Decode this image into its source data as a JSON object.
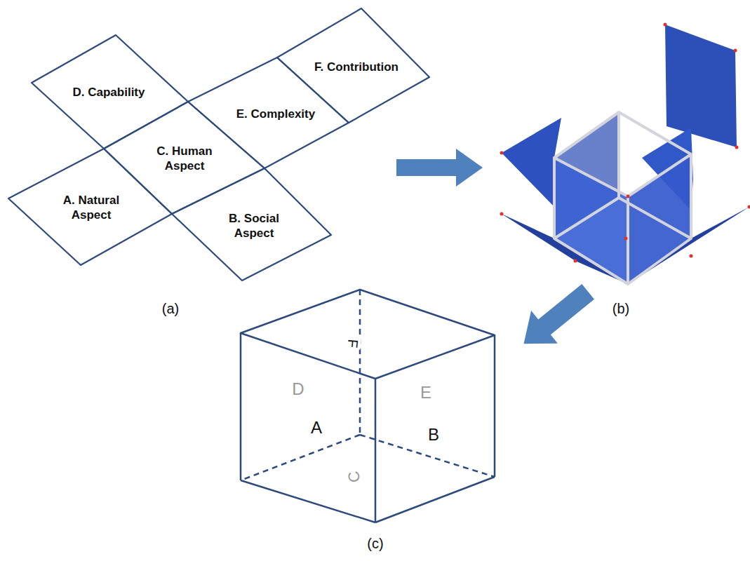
{
  "diagram": {
    "nodes": [
      {
        "text": [
          "D. Capability"
        ]
      },
      {
        "text": [
          "E. Complexity"
        ]
      },
      {
        "text": [
          "F. Contribution"
        ]
      },
      {
        "text": [
          "C. Human Aspect"
        ]
      },
      {
        "text": [
          "A. Natural Aspect"
        ]
      },
      {
        "text": [
          "B. Social Aspect"
        ]
      }
    ],
    "labels": [
      "(a)",
      "(b)",
      "F",
      "D",
      "E",
      "A",
      "B",
      "C",
      "(c)"
    ]
  }
}
